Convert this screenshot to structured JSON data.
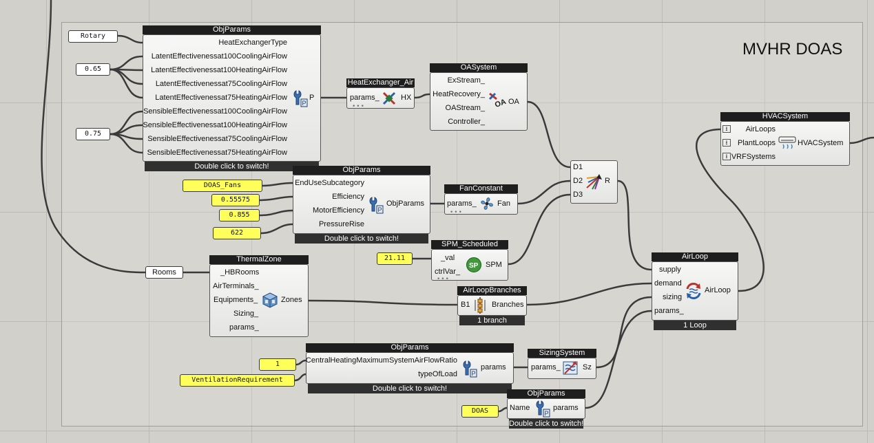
{
  "canvas": {
    "group_title": "MVHR DOAS"
  },
  "panels": {
    "rotary": "Rotary",
    "v065": "0.65",
    "v075": "0.75",
    "doas_fans": "DOAS_Fans",
    "v055575": "0.55575",
    "v0855": "0.855",
    "v622": "622",
    "rooms": "Rooms",
    "v2111": "21.11",
    "v1": "1",
    "ventreq": "VentilationRequirement",
    "doas": "DOAS"
  },
  "objparams1": {
    "title": "ObjParams",
    "inputs": [
      "HeatExchangerType",
      "LatentEffectivenessat100CoolingAirFlow",
      "LatentEffectivenessat100HeatingAirFlow",
      "LatentEffectivenessat75CoolingAirFlow",
      "LatentEffectivenessat75HeatingAirFlow",
      "SensibleEffectivenessat100CoolingAirFlow",
      "SensibleEffectivenessat100HeatingAirFlow",
      "SensibleEffectivenessat75CoolingAirFlow",
      "SensibleEffectivenessat75HeatingAirFlow"
    ],
    "output": "P",
    "footer": "Double click to switch!"
  },
  "heatexchanger": {
    "title": "HeatExchanger_Air",
    "input": "params_",
    "output": "HX"
  },
  "oasystem": {
    "title": "OASystem",
    "inputs": [
      "ExStream_",
      "HeatRecovery_",
      "OAStream_",
      "Controller_"
    ],
    "output": "OA"
  },
  "merge": {
    "inputs": [
      "D1",
      "D2",
      "D3"
    ],
    "output": "R"
  },
  "hvacsystem": {
    "title": "HVACSystem",
    "inputs": [
      "AirLoops",
      "PlantLoops",
      "VRFSystems"
    ],
    "output": "HVACSystem"
  },
  "objparams2": {
    "title": "ObjParams",
    "inputs": [
      "EndUseSubcategory",
      "Efficiency",
      "MotorEfficiency",
      "PressureRise"
    ],
    "output": "ObjParams",
    "footer": "Double click to switch!"
  },
  "fanconstant": {
    "title": "FanConstant",
    "input": "params_",
    "output": "Fan"
  },
  "spm": {
    "title": "SPM_Scheduled",
    "inputs": [
      "_val",
      "ctrlVar_"
    ],
    "output": "SPM"
  },
  "thermalzone": {
    "title": "ThermalZone",
    "inputs": [
      "_HBRooms",
      "AirTerminals_",
      "Equipments_",
      "Sizing_",
      "params_"
    ],
    "output": "Zones"
  },
  "airloopbranches": {
    "title": "AirLoopBranches",
    "input": "B1",
    "output": "Branches",
    "footer": "1 branch"
  },
  "airloop": {
    "title": "AirLoop",
    "inputs": [
      "supply",
      "demand",
      "sizing",
      "params_"
    ],
    "output": "AirLoop",
    "footer": "1 Loop"
  },
  "objparams3": {
    "title": "ObjParams",
    "inputs": [
      "CentralHeatingMaximumSystemAirFlowRatio",
      "typeOfLoad"
    ],
    "output": "params",
    "footer": "Double click to switch!"
  },
  "sizingsystem": {
    "title": "SizingSystem",
    "input": "params_",
    "output": "Sz"
  },
  "objparams4": {
    "title": "ObjParams",
    "input": "Name",
    "output": "params",
    "footer": "Double click to switch!"
  },
  "icons": {
    "objparams": "wrench-p-icon",
    "heatexchanger": "heat-exchanger-icon",
    "oasystem": "oa-system-icon",
    "merge": "merge-arrows-icon",
    "hvac": "hvac-unit-icon",
    "fan": "fan-icon",
    "spm": "sp-icon",
    "zone": "zone-cube-icon",
    "branches": "branches-icon",
    "airloop": "airloop-icon",
    "sizing": "sizing-icon"
  }
}
